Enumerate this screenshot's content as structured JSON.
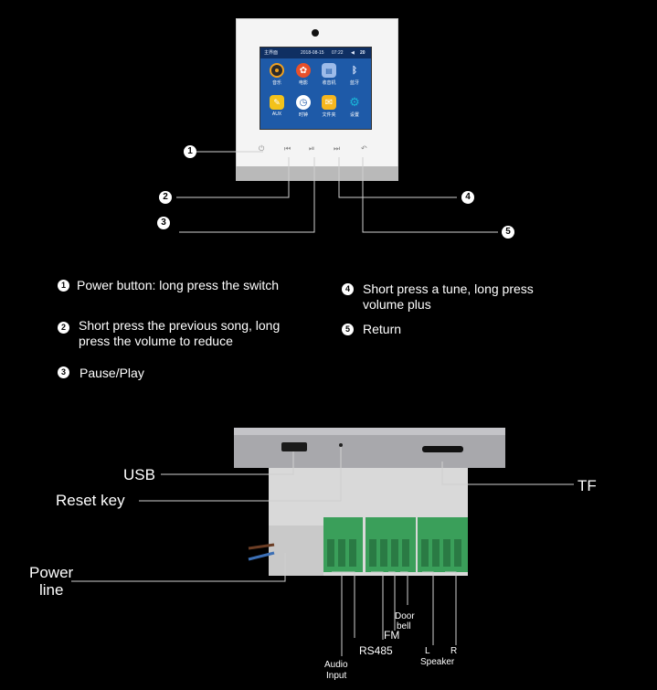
{
  "screen": {
    "status_title": "主界面",
    "status_date": "2018-08-15",
    "status_time": "07:22",
    "status_volume": "20",
    "apps": [
      {
        "label": "音乐",
        "icon": "music-disc-icon",
        "color": "#f0a020"
      },
      {
        "label": "电影",
        "icon": "film-icon",
        "color": "#e8502a"
      },
      {
        "label": "收音机",
        "icon": "radio-icon",
        "color": "#7aa6e6"
      },
      {
        "label": "蓝牙",
        "icon": "bluetooth-icon",
        "color": "#1e5aa8"
      },
      {
        "label": "AUX",
        "icon": "aux-icon",
        "color": "#f3c21a"
      },
      {
        "label": "时钟",
        "icon": "clock-icon",
        "color": "#ffffff"
      },
      {
        "label": "文件夹",
        "icon": "envelope-icon",
        "color": "#f6b61e"
      },
      {
        "label": "设置",
        "icon": "gear-icon",
        "color": "#19b5d8"
      }
    ]
  },
  "callouts": [
    "1",
    "2",
    "3",
    "4",
    "5"
  ],
  "legend": {
    "item1": "Power button: long press the switch",
    "item2_l1": "Short press the previous song, long",
    "item2_l2": "press the volume to reduce",
    "item3": "Pause/Play",
    "item4_l1": "Short press a tune, long press",
    "item4_l2": "volume plus",
    "item5": "Return"
  },
  "ports": {
    "usb": "USB",
    "reset": "Reset key",
    "tf": "TF",
    "power_l1": "Power",
    "power_l2": "line",
    "door_l1": "Door",
    "door_l2": "bell",
    "fm": "FM",
    "rs485": "RS485",
    "audio_l1": "Audio",
    "audio_l2": "Input",
    "left": "L",
    "right": "R",
    "speaker": "Speaker"
  }
}
